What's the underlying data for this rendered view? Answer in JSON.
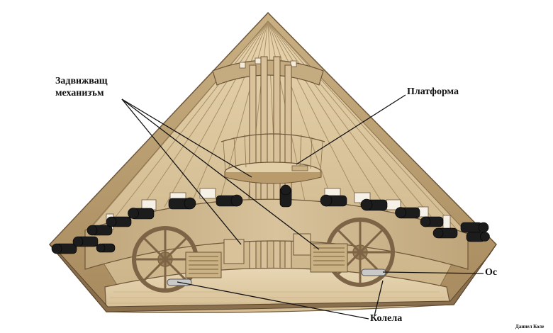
{
  "labels": {
    "drive_mechanism": "Задвижващ механизъм",
    "drive_mechanism_line1": "Задвижващ",
    "drive_mechanism_line2": "механизъм",
    "platform": "Платформа",
    "axle": "Ос",
    "wheels": "Колела",
    "credit": "Даниел Коле"
  },
  "colors": {
    "wood_light": "#d9c29a",
    "wood_mid": "#b99a6a",
    "wood_dark": "#7d6446",
    "cannon": "#1c1c1c",
    "leader_line": "#111111"
  },
  "cannons": {
    "count": 16
  }
}
